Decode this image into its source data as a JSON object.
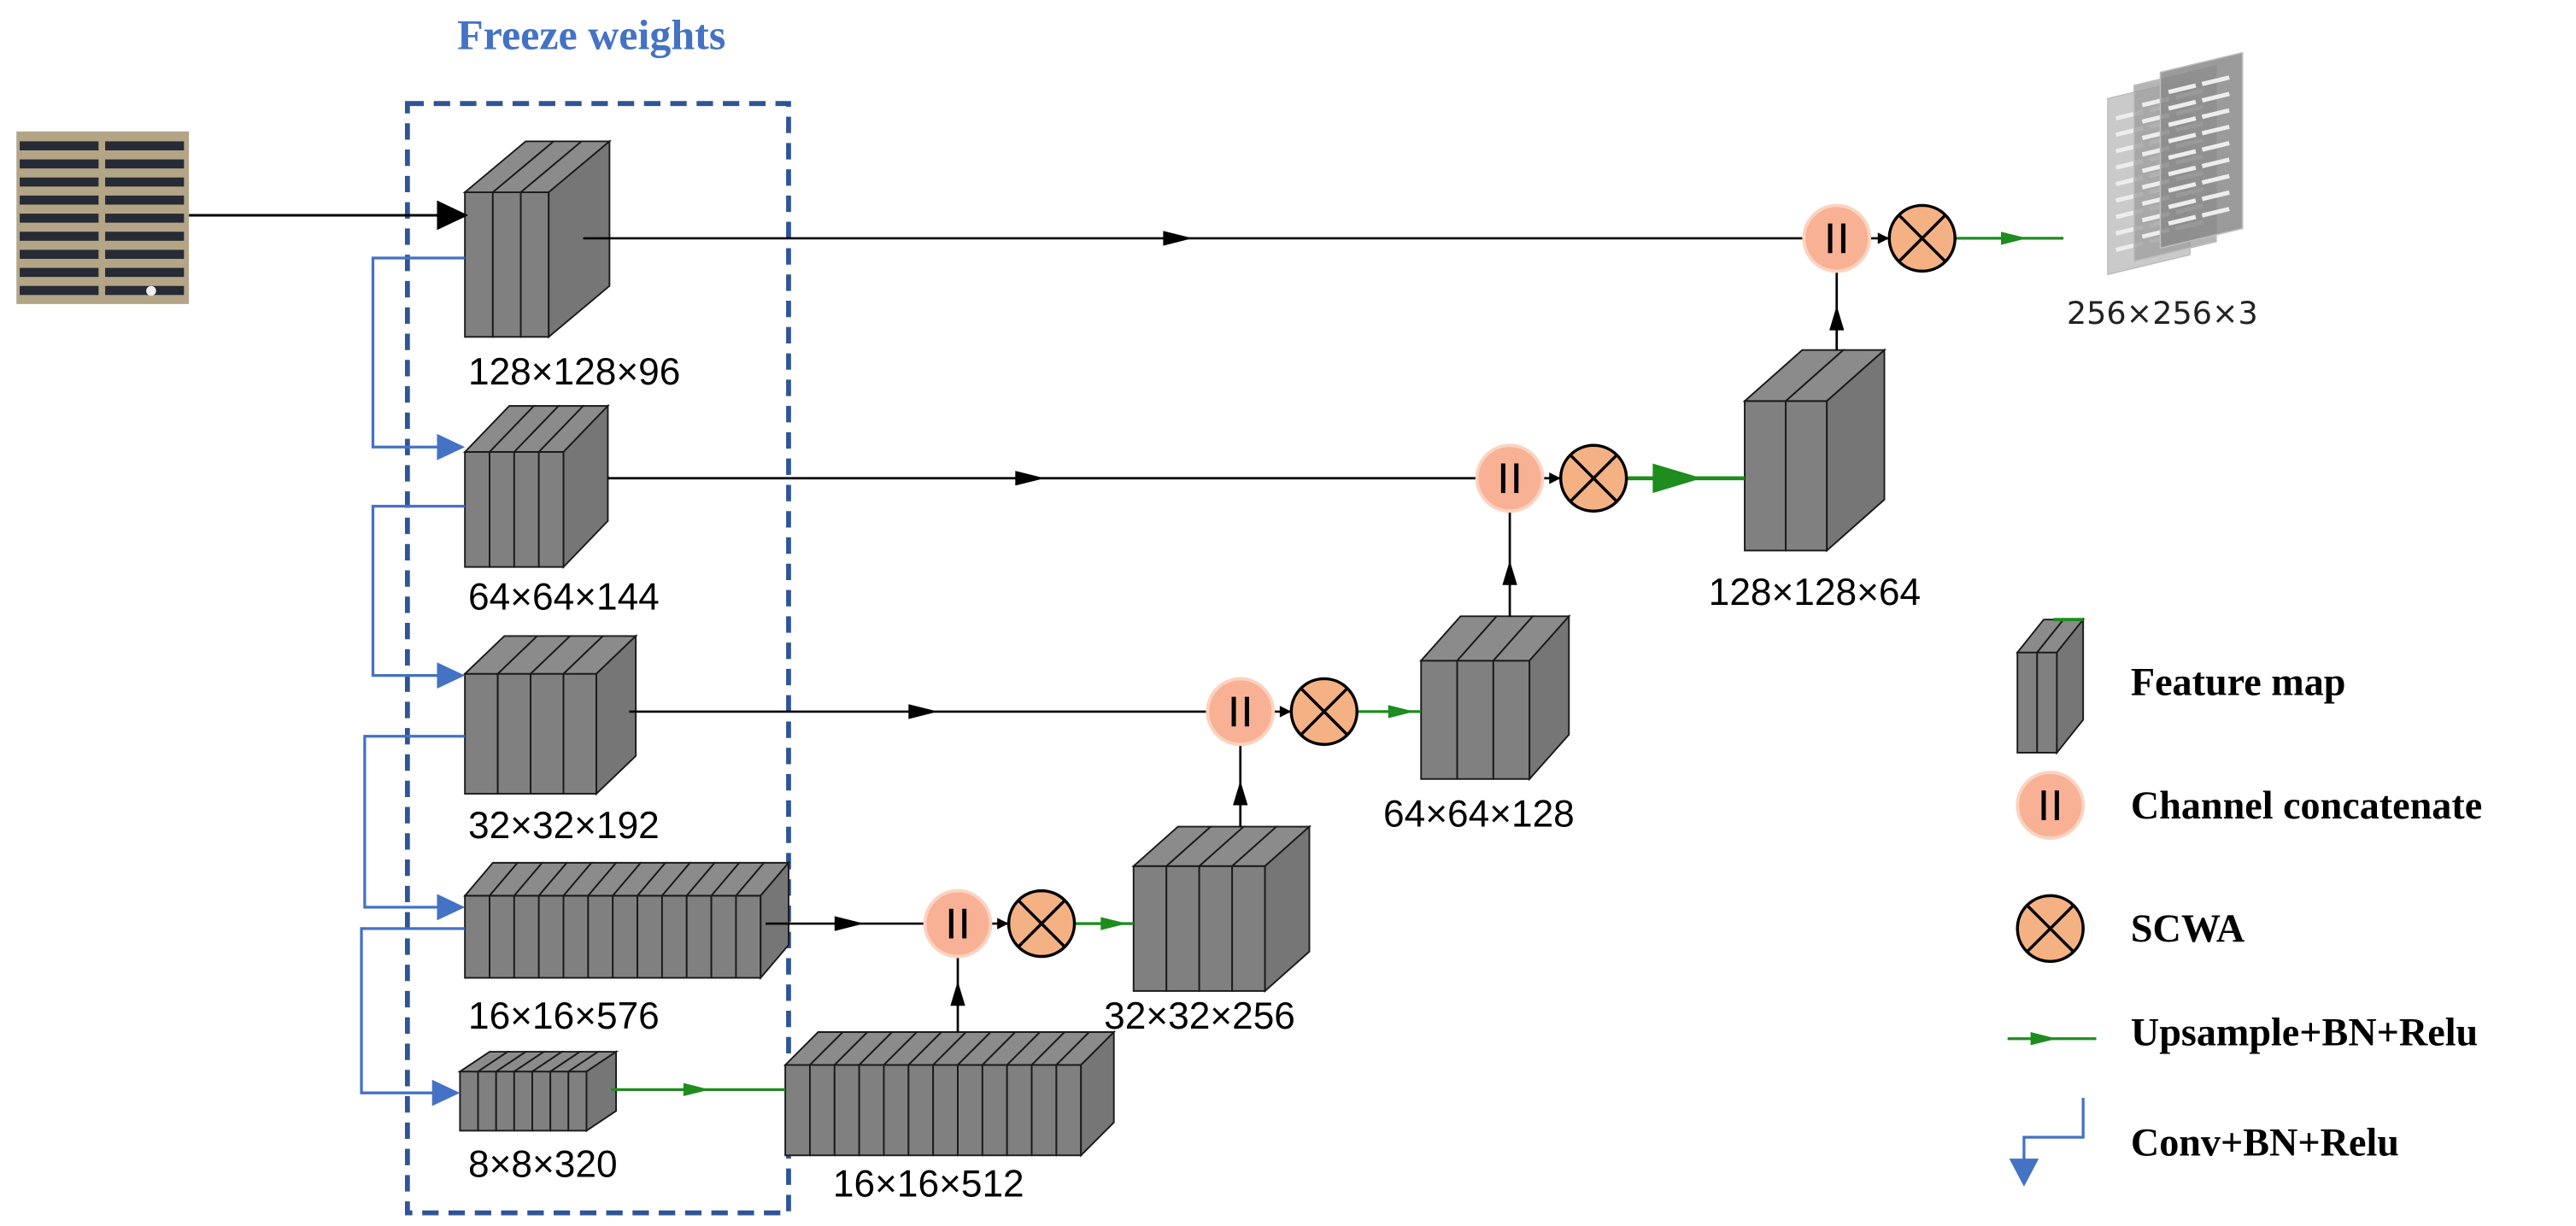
{
  "title": "Freeze weights",
  "encoder": {
    "stage1": "128×128×96",
    "stage2": "64×64×144",
    "stage3": "32×32×192",
    "stage4": "16×16×576",
    "stage5": "8×8×320"
  },
  "decoder": {
    "stage1": "16×16×512",
    "stage2": "32×32×256",
    "stage3": "64×64×128",
    "stage4": "128×128×64"
  },
  "output": {
    "label": "256×256×3"
  },
  "legend": {
    "feature_map": "Feature map",
    "concat": "Channel concatenate",
    "scwa": "SCWA",
    "upsample": "Upsample+BN+Relu",
    "conv": "Conv+BN+Relu"
  },
  "colors": {
    "freeze_box": "#2f5597",
    "title_text": "#4472c4",
    "conv_arrow": "#4472c4",
    "upsample_arrow": "#1e8c1e",
    "feature_map": "#808080",
    "concat_node": "#f8b195",
    "scwa_node": "#f4b183"
  }
}
